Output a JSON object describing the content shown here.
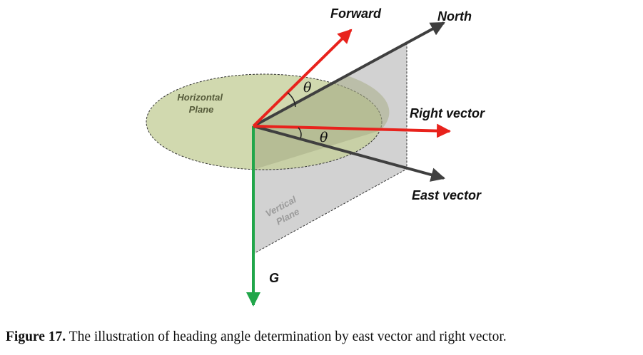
{
  "diagram": {
    "labels": {
      "forward": "Forward",
      "north": "North",
      "right_vector": "Right vector",
      "east_vector": "East vector",
      "g": "G",
      "horizontal_plane_line1": "Horizontal",
      "horizontal_plane_line2": "Plane",
      "vertical_plane_line1": "Vertical",
      "vertical_plane_line2": "Plane",
      "theta_top": "θ",
      "theta_bottom": "θ"
    },
    "colors": {
      "forward_arrow": "#e8221c",
      "right_arrow": "#e8221c",
      "north_arrow": "#3f3f3f",
      "east_arrow": "#3f3f3f",
      "gravity_arrow": "#21a64a",
      "horizontal_plane_fill": "#cfd8a9",
      "vertical_plane_fill": "#d2d2d2"
    }
  },
  "caption": {
    "label": "Figure 17.",
    "text": " The illustration of heading angle determination by east vector and right vector."
  }
}
